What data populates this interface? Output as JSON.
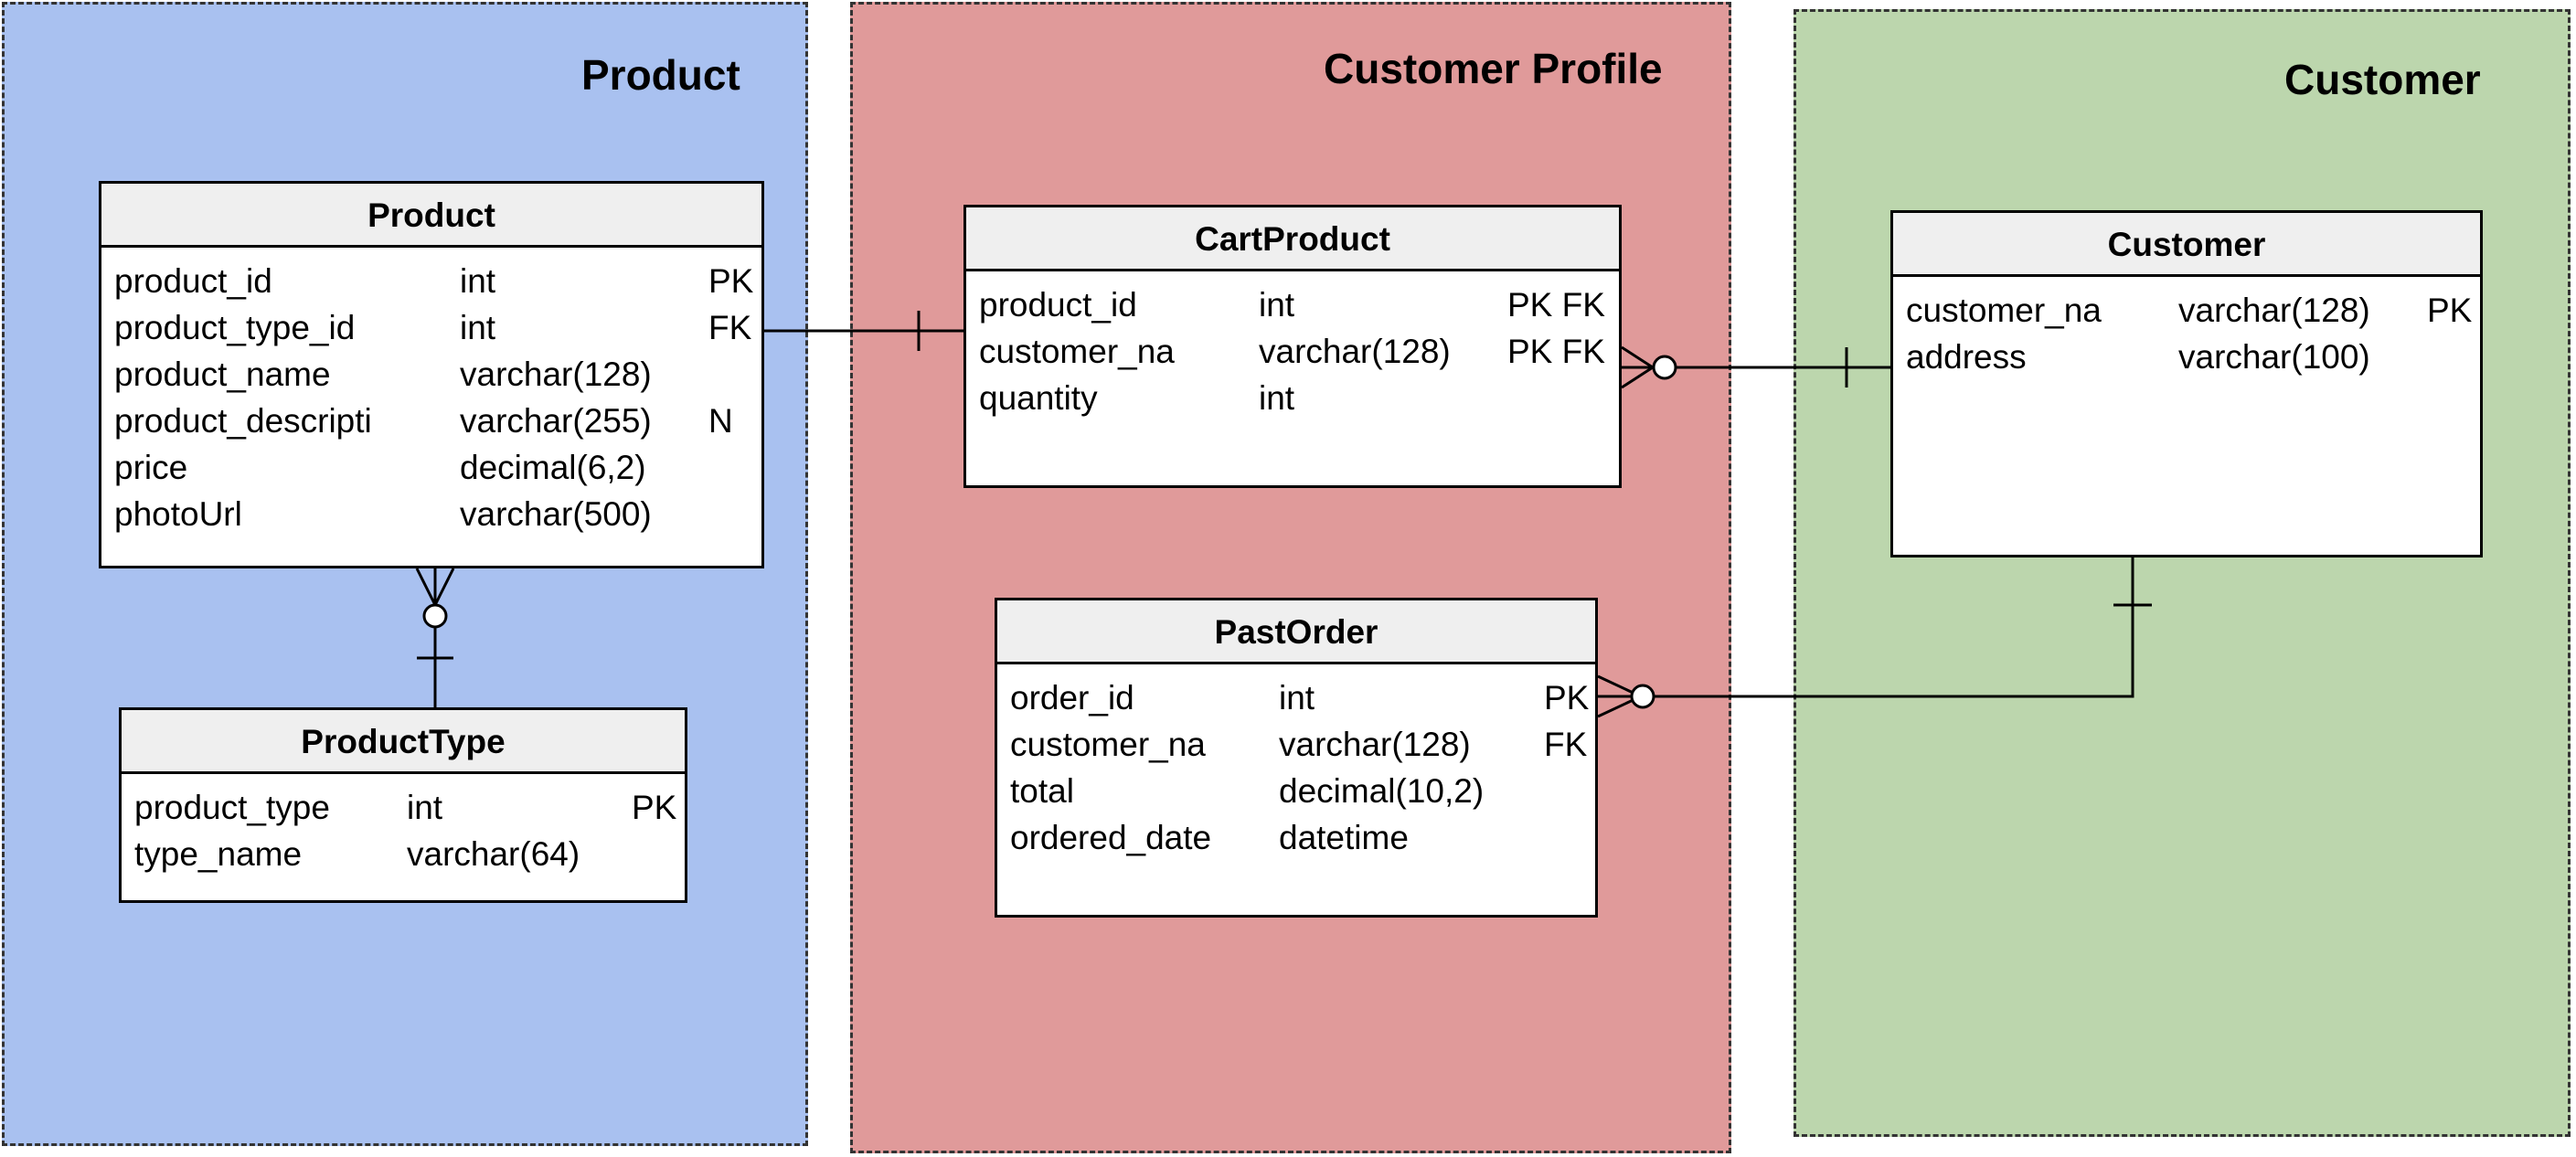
{
  "colors": {
    "product_zone": "#a9c1f0",
    "profile_zone": "#e09a9a",
    "customer_zone": "#bcd6ad",
    "header_bg": "#efefef"
  },
  "zones": {
    "product": {
      "title": "Product"
    },
    "profile": {
      "title": "Customer Profile"
    },
    "customer": {
      "title": "Customer"
    }
  },
  "entities": {
    "product": {
      "name": "Product",
      "columns": [
        {
          "name": "product_id",
          "type": "int",
          "key": "PK"
        },
        {
          "name": "product_type_id",
          "type": "int",
          "key": "FK"
        },
        {
          "name": "product_name",
          "type": "varchar(128)",
          "key": ""
        },
        {
          "name": "product_descripti",
          "type": "varchar(255)",
          "key": "N"
        },
        {
          "name": "price",
          "type": "decimal(6,2)",
          "key": ""
        },
        {
          "name": "photoUrl",
          "type": "varchar(500)",
          "key": ""
        }
      ]
    },
    "product_type": {
      "name": "ProductType",
      "columns": [
        {
          "name": "product_type",
          "type": "int",
          "key": "PK"
        },
        {
          "name": "type_name",
          "type": "varchar(64)",
          "key": ""
        }
      ]
    },
    "cart_product": {
      "name": "CartProduct",
      "columns": [
        {
          "name": "product_id",
          "type": "int",
          "key": "PK FK"
        },
        {
          "name": "customer_na",
          "type": "varchar(128)",
          "key": "PK FK"
        },
        {
          "name": "quantity",
          "type": "int",
          "key": ""
        }
      ]
    },
    "past_order": {
      "name": "PastOrder",
      "columns": [
        {
          "name": "order_id",
          "type": "int",
          "key": "PK"
        },
        {
          "name": "customer_na",
          "type": "varchar(128)",
          "key": "FK"
        },
        {
          "name": "total",
          "type": "decimal(10,2)",
          "key": ""
        },
        {
          "name": "ordered_date",
          "type": "datetime",
          "key": ""
        }
      ]
    },
    "customer": {
      "name": "Customer",
      "columns": [
        {
          "name": "customer_na",
          "type": "varchar(128)",
          "key": "PK"
        },
        {
          "name": "address",
          "type": "varchar(100)",
          "key": ""
        }
      ]
    }
  }
}
